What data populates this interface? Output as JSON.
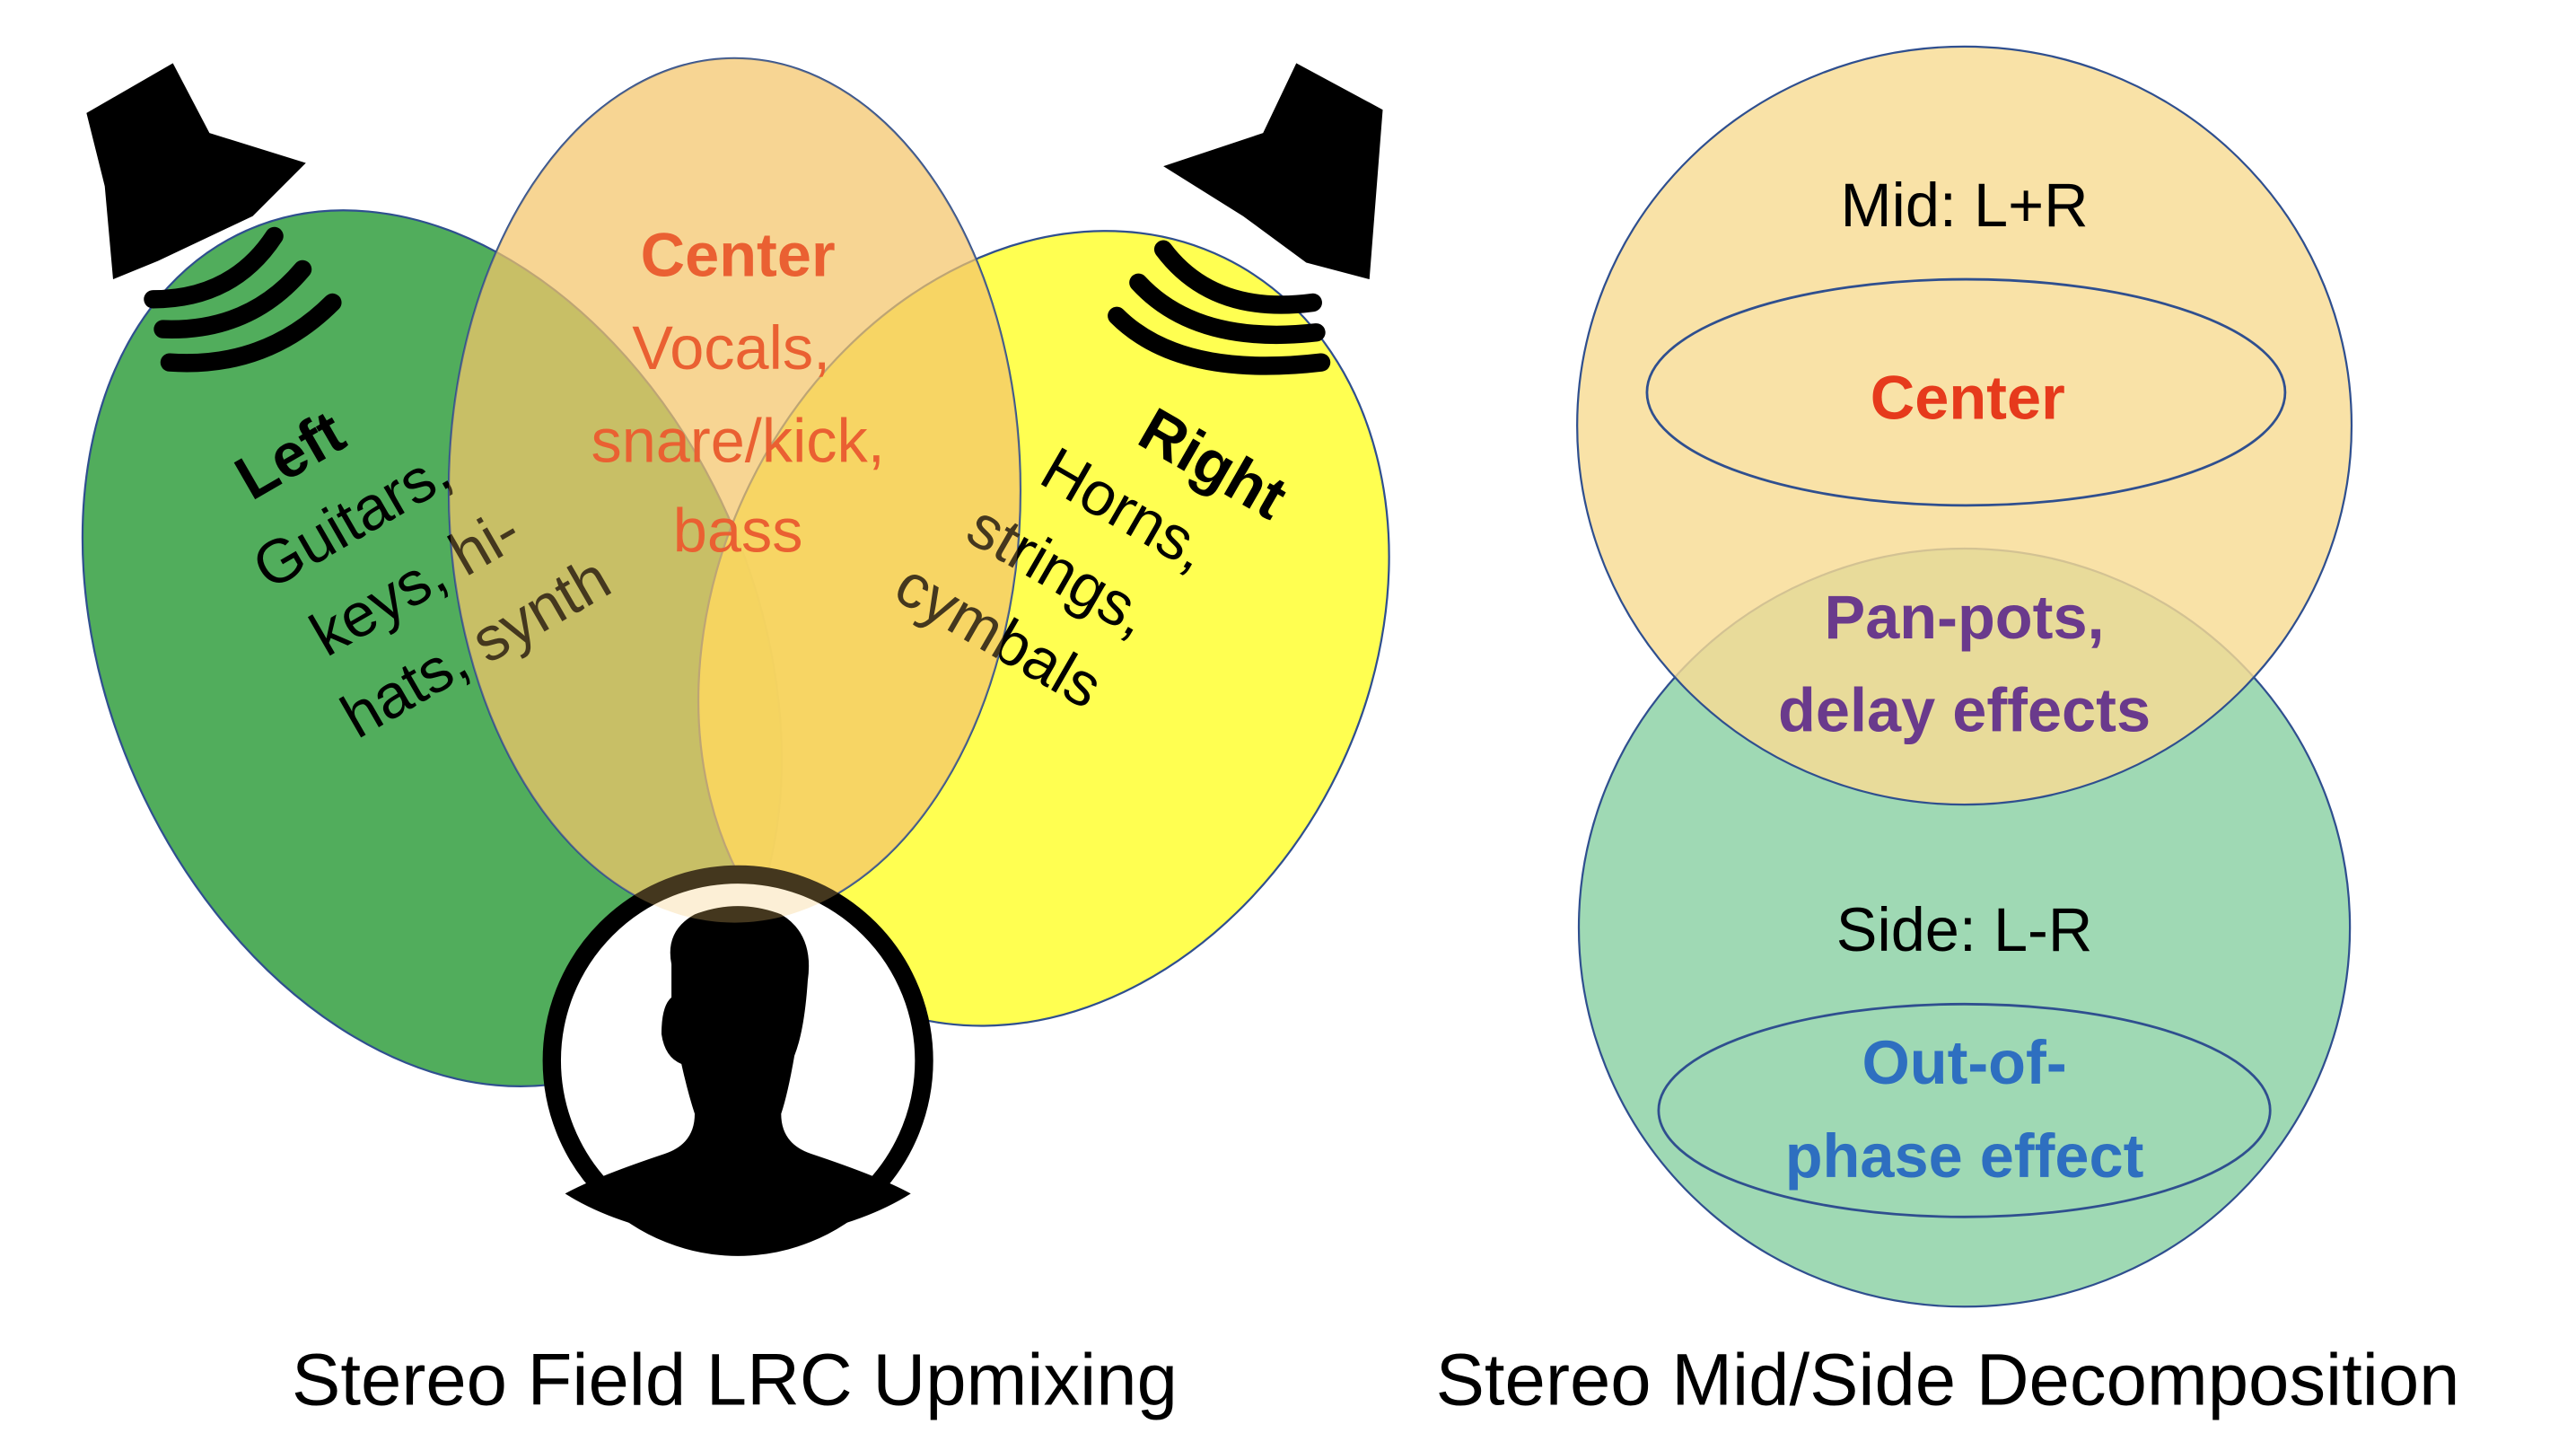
{
  "lrc": {
    "caption": "Stereo Field LRC Upmixing",
    "left": {
      "title": "Left",
      "lines": [
        "Guitars,",
        "keys, hi-",
        "hats, synth"
      ],
      "color": "#3aa24a"
    },
    "center": {
      "title": "Center",
      "lines": [
        "Vocals,",
        "snare/kick,",
        "bass"
      ],
      "color": "#f8d98a",
      "text_color": "#e63a1c"
    },
    "right": {
      "title": "Right",
      "lines": [
        "Horns,",
        "strings,",
        "cymbals"
      ],
      "color": "#ffff33"
    },
    "speaker_icons": [
      "left-speaker-icon",
      "right-speaker-icon"
    ],
    "listener_icon": "listener-head-icon"
  },
  "ms": {
    "caption": "Stereo Mid/Side Decomposition",
    "mid": {
      "label": "Mid: L+R",
      "inner": "Center",
      "inner_color": "#e63a1c",
      "color": "#f8df95"
    },
    "side": {
      "label": "Side: L-R",
      "inner_lines": [
        "Out-of-",
        "phase effect"
      ],
      "inner_color": "#2e6fc0",
      "color": "#92d6ae"
    },
    "overlap": {
      "lines": [
        "Pan-pots,",
        "delay effects"
      ],
      "color": "#6a3a8c"
    }
  }
}
